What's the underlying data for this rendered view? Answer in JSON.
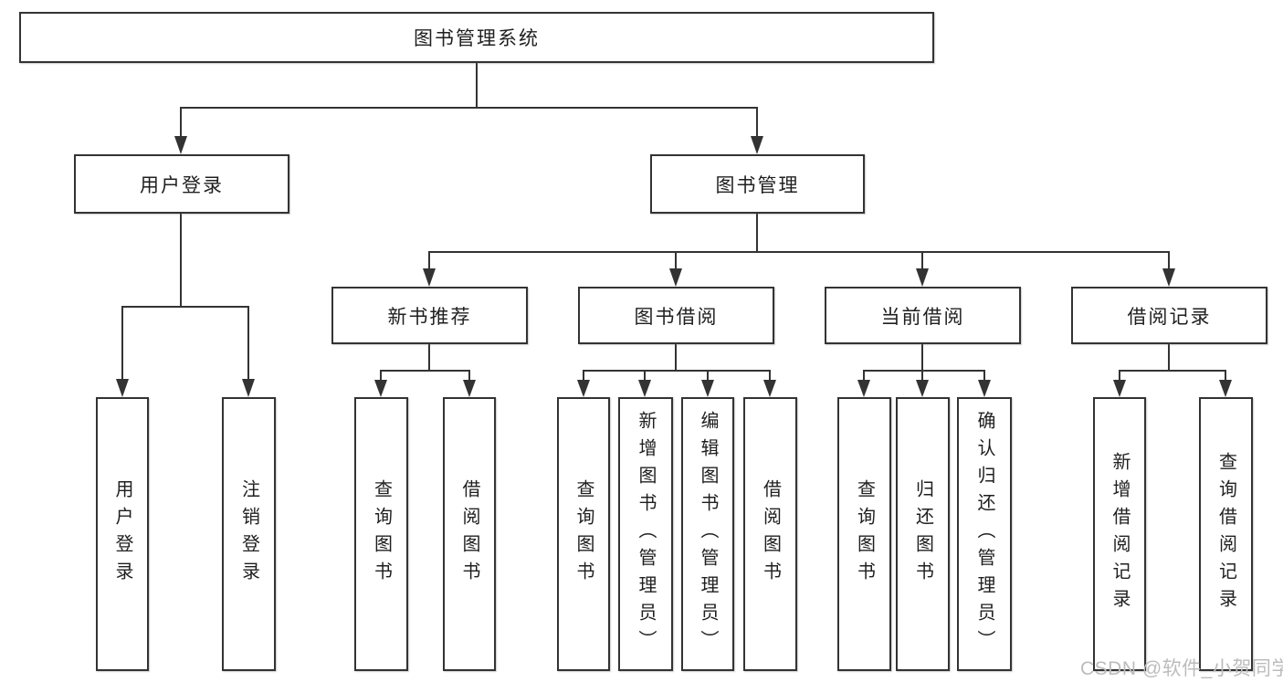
{
  "colors": {
    "line": "#333333",
    "text": "#1f1f1f",
    "box_bg": "#ffffff",
    "watermark": "#bcbcbc"
  },
  "root": {
    "label": "图书管理系统"
  },
  "level2": {
    "user_login": {
      "label": "用户登录"
    },
    "book_management": {
      "label": "图书管理"
    }
  },
  "level3": {
    "new_book_recommend": {
      "label": "新书推荐"
    },
    "book_borrowing": {
      "label": "图书借阅"
    },
    "current_borrowing": {
      "label": "当前借阅"
    },
    "borrowing_records": {
      "label": "借阅记录"
    }
  },
  "leaves": {
    "user_login": {
      "label": "用户登录"
    },
    "logout": {
      "label": "注销登录"
    },
    "nb_query_books": {
      "label": "查询图书"
    },
    "nb_borrow_books": {
      "label": "借阅图书"
    },
    "bb_query_books": {
      "label": "查询图书"
    },
    "bb_add_books_admin": {
      "label": "新增图书（管理员）"
    },
    "bb_edit_books_admin": {
      "label": "编辑图书（管理员）"
    },
    "bb_borrow_books": {
      "label": "借阅图书"
    },
    "cb_query_books": {
      "label": "查询图书"
    },
    "cb_return_books": {
      "label": "归还图书"
    },
    "cb_confirm_return_admin": {
      "label": "确认归还（管理员）"
    },
    "br_add_record": {
      "label": "新增借阅记录"
    },
    "br_query_record": {
      "label": "查询借阅记录"
    }
  },
  "watermark": {
    "text": "CSDN @软件_小贺同学"
  }
}
